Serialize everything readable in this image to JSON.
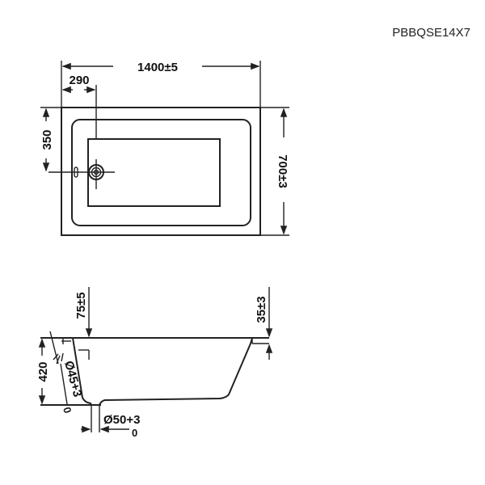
{
  "model_code": "PBBQSE14X7",
  "top_view": {
    "length_label": "1400±5",
    "drain_offset_x_label": "290",
    "drain_offset_y_label": "350",
    "width_label": "700±3"
  },
  "side_view": {
    "rim_label": "75±5",
    "lip_label": "35±3",
    "height_label": "420",
    "overflow_label_main": "Ø45+3",
    "overflow_label_sub": "0",
    "drain_label_main": "Ø50+3",
    "drain_label_sub": "0"
  }
}
